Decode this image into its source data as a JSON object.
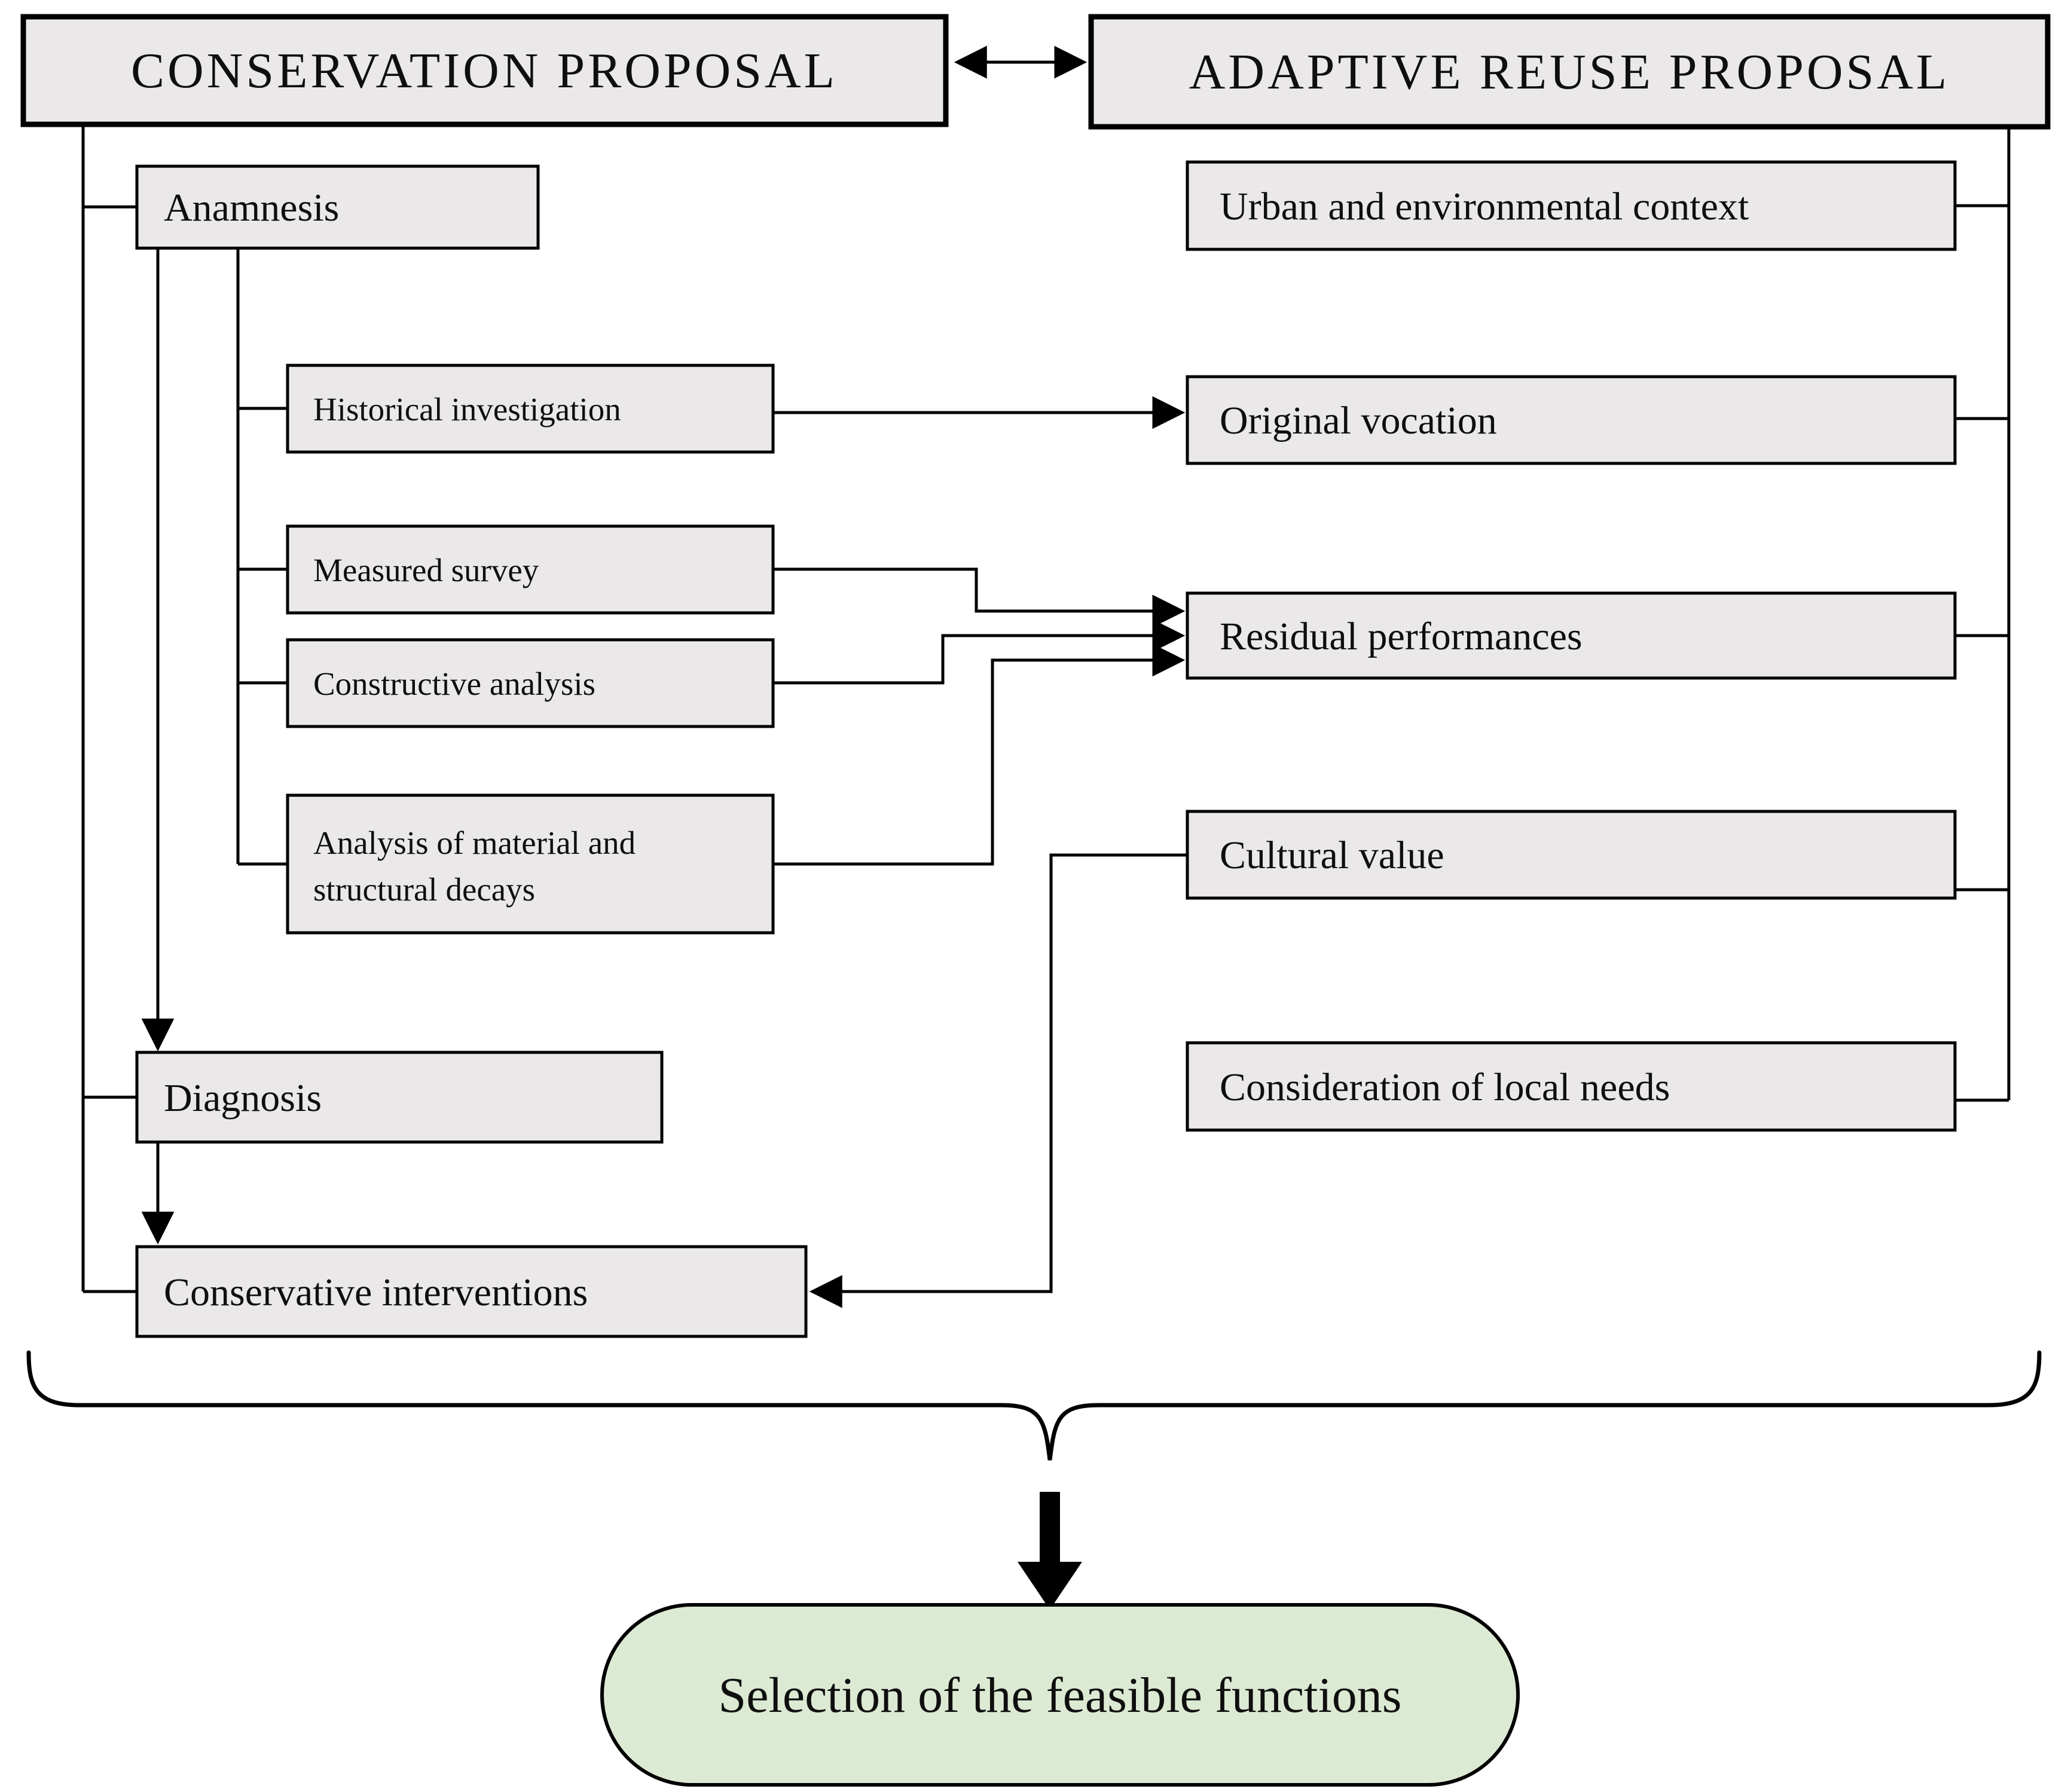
{
  "figure": {
    "headers": {
      "conservation": "CONSERVATION PROPOSAL",
      "adaptive_reuse": "ADAPTIVE REUSE PROPOSAL"
    },
    "conservation_flow": {
      "anamnesis": "Anamnesis",
      "historical_investigation": "Historical investigation",
      "measured_survey": "Measured survey",
      "constructive_analysis": "Constructive analysis",
      "decay_analysis_line1": "Analysis of material and",
      "decay_analysis_line2": "structural decays",
      "diagnosis": "Diagnosis",
      "conservative_interventions": "Conservative interventions"
    },
    "adaptive_flow": {
      "urban_context": "Urban and environmental context",
      "original_vocation": "Original vocation",
      "residual_performances": "Residual performances",
      "cultural_value": "Cultural value",
      "local_needs": "Consideration of local needs"
    },
    "result": "Selection of the feasible functions",
    "colors": {
      "node_fill": "#eae8e8",
      "node_border": "#000000",
      "result_fill": "#dcead3",
      "line": "#000000"
    }
  }
}
